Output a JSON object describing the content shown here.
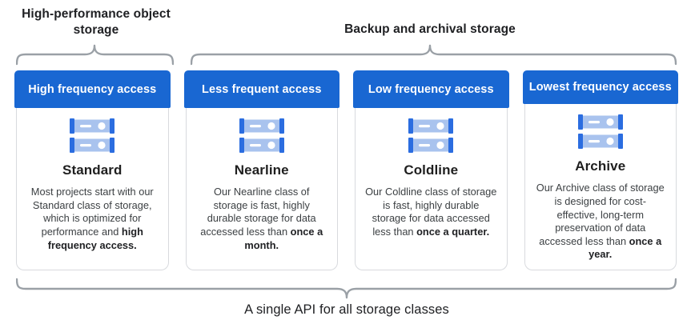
{
  "diagram": {
    "group_labels": {
      "left": "High-performance object storage",
      "right": "Backup and archival storage",
      "bottom": "A single API for all storage classes"
    },
    "cards": [
      {
        "header": "High frequency access",
        "title": "Standard",
        "body": "Most projects start with our Standard class of storage, which is optimized for performance and ",
        "body_bold": "high frequency access."
      },
      {
        "header": "Less frequent access",
        "title": "Nearline",
        "body": "Our Nearline class of storage is fast, highly durable storage for data accessed less than ",
        "body_bold": "once a month."
      },
      {
        "header": "Low frequency access",
        "title": "Coldline",
        "body": "Our Coldline class of storage is fast, highly durable storage for data accessed less than ",
        "body_bold": "once a quarter."
      },
      {
        "header": "Lowest frequency access",
        "title": "Archive",
        "body": "Our Archive class of storage is designed for cost-effective, long-term preservation of data accessed less than ",
        "body_bold": "once a year."
      }
    ],
    "icons": {
      "card_icon": "storage-servers-icon"
    },
    "colors": {
      "header_blue": "#1967d2",
      "icon_light_blue": "#a9c3ee",
      "icon_dark_blue": "#2b6de0",
      "brace_gray": "#9aa0a6",
      "card_border": "#d8dade",
      "text_dark": "#202124",
      "text_body": "#3c4043"
    }
  }
}
